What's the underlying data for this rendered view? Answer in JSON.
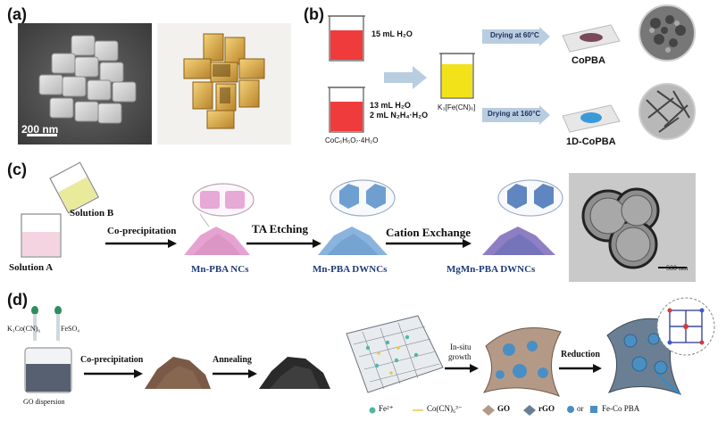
{
  "panels": {
    "a": {
      "label": "(a)",
      "scale_bar": "200 nm"
    },
    "b": {
      "label": "(b)",
      "beaker1_text": "15 mL H₂O",
      "beaker2_line1": "13 mL H₂O",
      "beaker2_line2": "2  mL N₂H₄·H₂O",
      "beaker2_caption": "CoC₆H₅O₇·4H₂O",
      "beaker3_caption": "K₃[Fe(CN)₆]",
      "arrow1": "Drying at 60°C",
      "arrow2": "Drying at 160°C",
      "product1": "CoPBA",
      "product2": "1D-CoPBA"
    },
    "c": {
      "label": "(c)",
      "solution_b": "Solution B",
      "solution_a": "Solution A",
      "step1": "Co-precipitation",
      "step2": "TA Etching",
      "step3": "Cation Exchange",
      "product1": "Mn-PBA NCs",
      "product2": "Mn-PBA DWNCs",
      "product3": "MgMn-PBA DWNCs",
      "scale_bar": "500 nm"
    },
    "d": {
      "label": "(d)",
      "reagent1": "K₃Co(CN)₆",
      "reagent2": "FeSO₄",
      "beaker_caption": "GO dispersion",
      "step1": "Co-precipitation",
      "step2": "Annealing",
      "step3_line1": "In-situ",
      "step3_line2": "growth",
      "step4": "Reduction",
      "legend": {
        "fe": "Fe²⁺",
        "co": "Co(CN)₆³⁻",
        "go": "GO",
        "rgo": "rGO",
        "or": "or",
        "pba": "Fe-Co PBA"
      }
    }
  },
  "colors": {
    "red_solution": "#ef3b3b",
    "yellow_solution": "#f2e21a",
    "arrow_blue": "#b9cde0",
    "pink_cube": "#e7a9d6",
    "blue_powder": "#6f9fd0",
    "purple_powder": "#8e7fc4",
    "brown_powder": "#7a5a46",
    "black_powder": "#2a2a2a"
  }
}
